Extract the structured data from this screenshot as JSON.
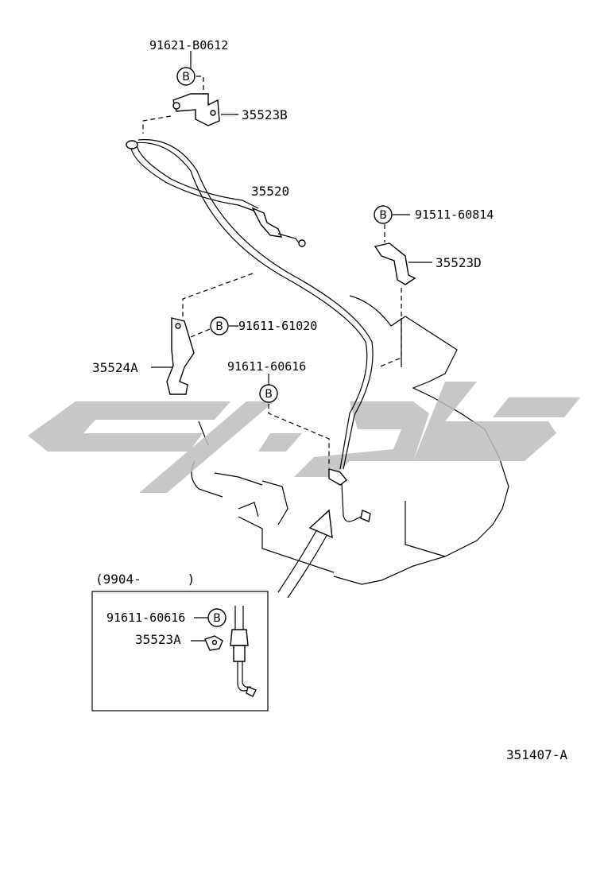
{
  "diagram_code": "351407-A",
  "inset_range": "(9904-      )",
  "badge_letter": "B",
  "parts": {
    "bolt_top": "91621-B0612",
    "bracket_top": "35523B",
    "cable": "35520",
    "bolt_right": "91511-60814",
    "bracket_right": "35523D",
    "bolt_left": "91611-61020",
    "bracket_left": "35524A",
    "bolt_center": "91611-60616",
    "bolt_inset": "91611-60616",
    "bracket_inset": "35523A"
  },
  "colors": {
    "line": "#000000",
    "watermark": "#bdbdbd"
  }
}
